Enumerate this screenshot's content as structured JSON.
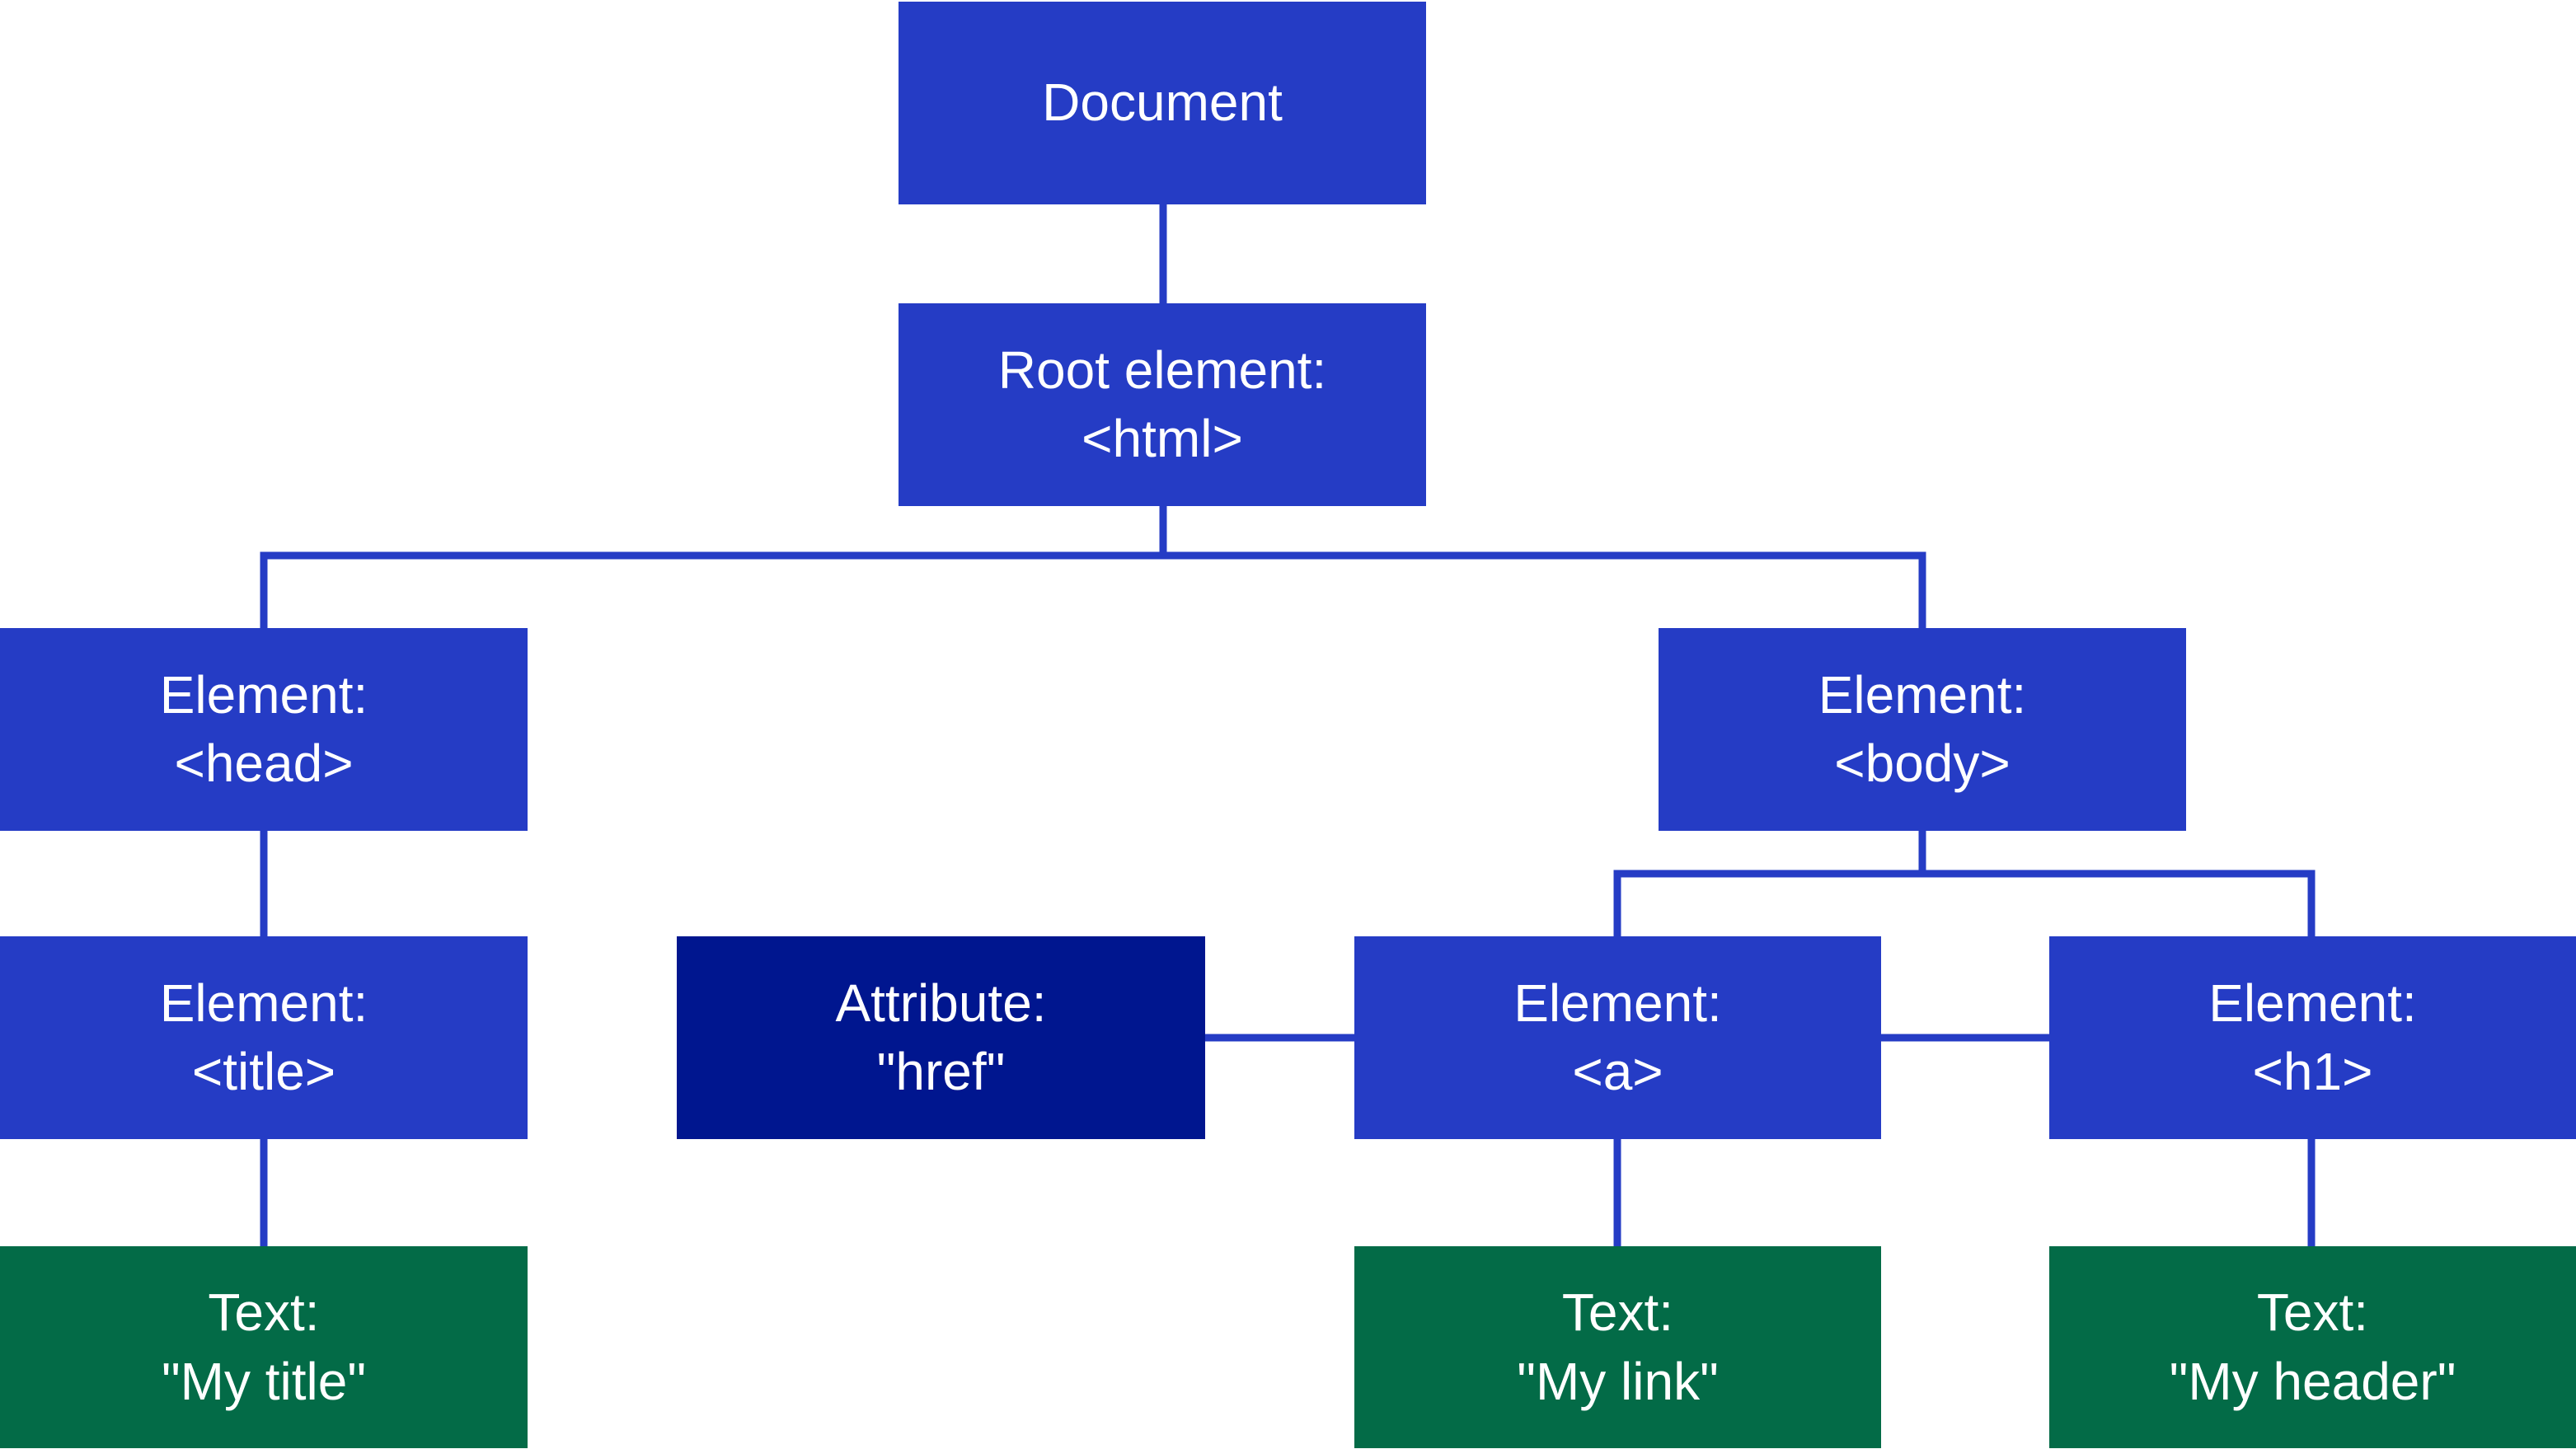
{
  "colors": {
    "element": "#253CC5",
    "attribute": "#00168F",
    "text": "#036B47",
    "connector": "#253CC5",
    "label": "#FFFFFF"
  },
  "nodes": {
    "document": {
      "kind": "element",
      "line1": "Document",
      "line2": ""
    },
    "html": {
      "kind": "element",
      "line1": "Root element:",
      "line2": "<html>"
    },
    "head": {
      "kind": "element",
      "line1": "Element:",
      "line2": "<head>"
    },
    "body": {
      "kind": "element",
      "line1": "Element:",
      "line2": "<body>"
    },
    "title": {
      "kind": "element",
      "line1": "Element:",
      "line2": "<title>"
    },
    "href": {
      "kind": "attribute",
      "line1": "Attribute:",
      "line2": "\"href\""
    },
    "a": {
      "kind": "element",
      "line1": "Element:",
      "line2": "<a>"
    },
    "h1": {
      "kind": "element",
      "line1": "Element:",
      "line2": "<h1>"
    },
    "text_title": {
      "kind": "text",
      "line1": "Text:",
      "line2": "\"My title\""
    },
    "text_link": {
      "kind": "text",
      "line1": "Text:",
      "line2": "\"My link\""
    },
    "text_header": {
      "kind": "text",
      "line1": "Text:",
      "line2": "\"My header\""
    }
  },
  "edges": [
    [
      "document",
      "html"
    ],
    [
      "html",
      "head"
    ],
    [
      "html",
      "body"
    ],
    [
      "head",
      "title"
    ],
    [
      "title",
      "text_title"
    ],
    [
      "body",
      "a"
    ],
    [
      "body",
      "h1"
    ],
    [
      "href",
      "a"
    ],
    [
      "a",
      "h1"
    ],
    [
      "a",
      "text_link"
    ],
    [
      "h1",
      "text_header"
    ]
  ]
}
